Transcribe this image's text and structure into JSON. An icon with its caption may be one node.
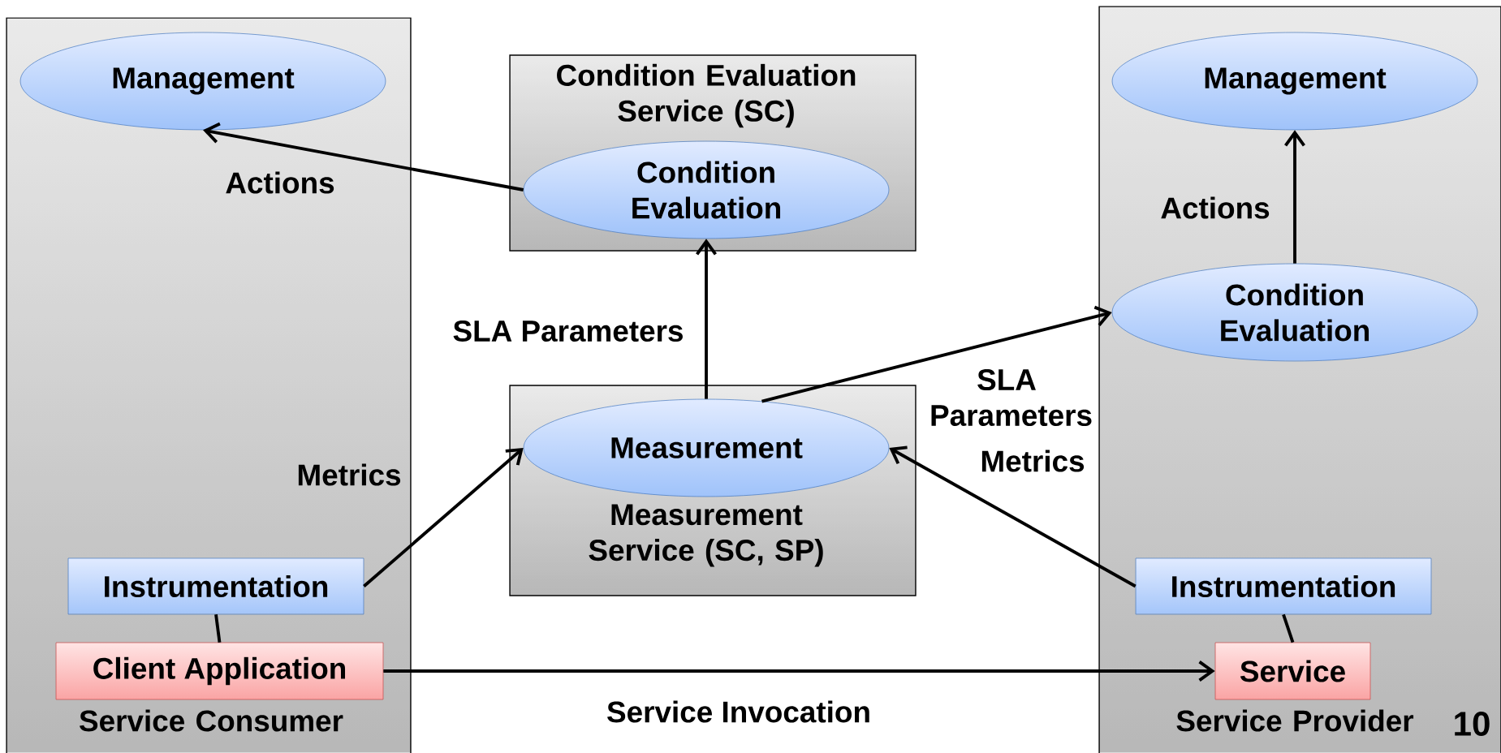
{
  "diagram": {
    "nodes": [
      {
        "text": [
          "Service Consumer"
        ]
      },
      {
        "text": [
          "Management"
        ],
        "in": 0
      },
      {
        "text": [
          "Instrumentation"
        ],
        "in": 0
      },
      {
        "text": [
          "Client Application"
        ],
        "in": 0
      },
      {
        "text": [
          "Condition Evaluation Service (SC)"
        ]
      },
      {
        "text": [
          "Condition Evaluation"
        ],
        "in": 4
      },
      {
        "text": [
          "Measurement Service (SC, SP)"
        ]
      },
      {
        "text": [
          "Measurement"
        ],
        "in": 6
      },
      {
        "text": [
          "Service Provider"
        ]
      },
      {
        "text": [
          "Management"
        ],
        "in": 8
      },
      {
        "text": [
          "Condition Evaluation"
        ],
        "in": 8
      },
      {
        "text": [
          "Instrumentation"
        ],
        "in": 8
      },
      {
        "text": [
          "Service"
        ],
        "in": 8
      }
    ],
    "edges": [
      {
        "from": 5,
        "to": 1,
        "arrow": "to",
        "label": "Actions"
      },
      {
        "from": 7,
        "to": 5,
        "arrow": "to",
        "label": "SLA Parameters"
      },
      {
        "from": 7,
        "to": 10,
        "arrow": "to",
        "label": "SLA Parameters"
      },
      {
        "from": 2,
        "to": 7,
        "arrow": "to",
        "label": "Metrics"
      },
      {
        "from": 11,
        "to": 7,
        "arrow": "to",
        "label": "Metrics"
      },
      {
        "from": 10,
        "to": 9,
        "arrow": "to",
        "label": "Actions"
      },
      {
        "from": 2,
        "to": 3,
        "arrow": "none"
      },
      {
        "from": 11,
        "to": 12,
        "arrow": "none"
      },
      {
        "from": 3,
        "to": 12,
        "arrow": "to",
        "label": "Service Invocation"
      }
    ],
    "labels": [
      "10"
    ]
  }
}
